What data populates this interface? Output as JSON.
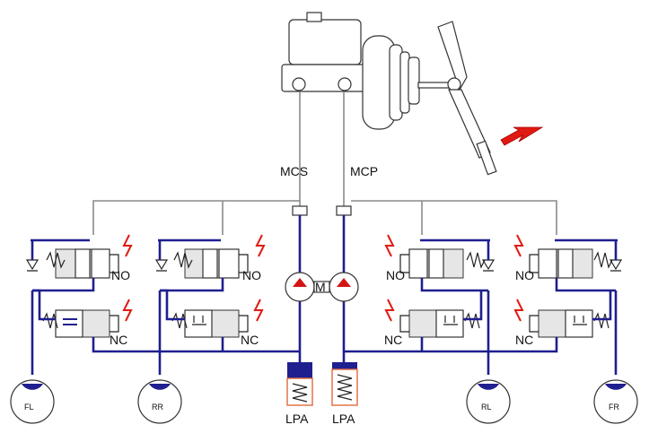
{
  "labels": {
    "mcs": "MCS",
    "mcp": "MCP",
    "motor": "M",
    "lpa_left": "LPA",
    "lpa_right": "LPA"
  },
  "valve_labels": {
    "fl_in": "NO",
    "fl_out": "NC",
    "rr_in": "NO",
    "rr_out": "NC",
    "rl_in": "NO",
    "rl_out": "NC",
    "fr_in": "NO",
    "fr_out": "NC"
  },
  "wheels": {
    "fl": "FL",
    "rr": "RR",
    "rl": "RL",
    "fr": "FR"
  },
  "colors": {
    "hydraulic_line": "#1f1f8f",
    "master_line": "#8a8a8a",
    "pump_triangle": "#d41414",
    "lpa_frame": "#e06a3c",
    "arrow": "#e01a12",
    "lightning": "#e01a12"
  }
}
